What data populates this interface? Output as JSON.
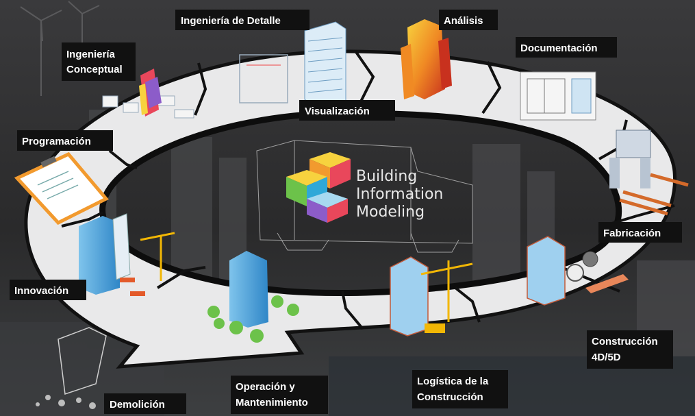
{
  "center": {
    "lines": [
      "Building",
      "Information",
      "Modeling"
    ]
  },
  "stages": {
    "ingenieria_conceptual": [
      "Ingeniería",
      "Conceptual"
    ],
    "ingenieria_detalle": [
      "Ingeniería de Detalle"
    ],
    "analisis": [
      "Análisis"
    ],
    "documentacion": [
      "Documentación"
    ],
    "visualizacion": [
      "Visualización"
    ],
    "programacion": [
      "Programación"
    ],
    "fabricacion": [
      "Fabricación"
    ],
    "innovacion": [
      "Innovación"
    ],
    "construccion": [
      "Construcción",
      "4D/5D"
    ],
    "logistica": [
      "Logística de la",
      "Construcción"
    ],
    "operacion": [
      "Operación y",
      "Mantenimiento"
    ],
    "demolicion": [
      "Demolición"
    ]
  },
  "colors": {
    "background": "#2e2e30",
    "ring": "#e9e9ea",
    "ring_edge": "#111111",
    "label_box": "#111111",
    "label_text": "#ffffff",
    "cube": [
      "#f29a2e",
      "#e9475b",
      "#8c5cc9",
      "#6cc24a",
      "#2fa8d8",
      "#f7d23e"
    ]
  }
}
